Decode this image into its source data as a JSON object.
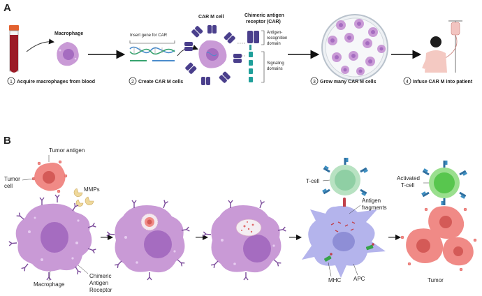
{
  "panel_a": {
    "label": "A",
    "macrophage_title": "Macrophage",
    "insert_gene": "Insert gene for CAR",
    "car_m_cell": "CAR M cell",
    "car_title_1": "Chimeric antigen",
    "car_title_2": "receptor (CAR)",
    "antigen_domain_1": "Antigen-",
    "antigen_domain_2": "recognition",
    "antigen_domain_3": "domain",
    "signaling_1": "Signaling",
    "signaling_2": "domains",
    "steps": [
      {
        "num": "1",
        "label": "Acquire macrophages from blood"
      },
      {
        "num": "2",
        "label": "Create CAR M cells"
      },
      {
        "num": "3",
        "label": "Grow many CAR M cells"
      },
      {
        "num": "4",
        "label": "Infuse CAR M into patient"
      }
    ]
  },
  "panel_b": {
    "label": "B",
    "tumor_antigen": "Tumor antigen",
    "tumor_cell_1": "Tumor",
    "tumor_cell_2": "cell",
    "mmps": "MMPs",
    "macrophage": "Macrophage",
    "car_1": "Chimeric",
    "car_2": "Antigen",
    "car_3": "Receptor",
    "t_cell": "T-cell",
    "antigen_fragments_1": "Antigen",
    "antigen_fragments_2": "fragments",
    "mhc": "MHC",
    "apc": "APC",
    "activated_1": "Activated",
    "activated_2": "T-cell",
    "tumor": "Tumor"
  },
  "colors": {
    "macrophage": "#c99ad6",
    "macrophage_nucleus": "#a56cc0",
    "tumor": "#f08a86",
    "tumor_nucleus": "#d45a57",
    "receptor": "#4a3f8c",
    "apc": "#b4b4ec",
    "tcell": "#8fcfa4",
    "activated_tcell": "#58c64e",
    "blood": "#9b1b26"
  }
}
